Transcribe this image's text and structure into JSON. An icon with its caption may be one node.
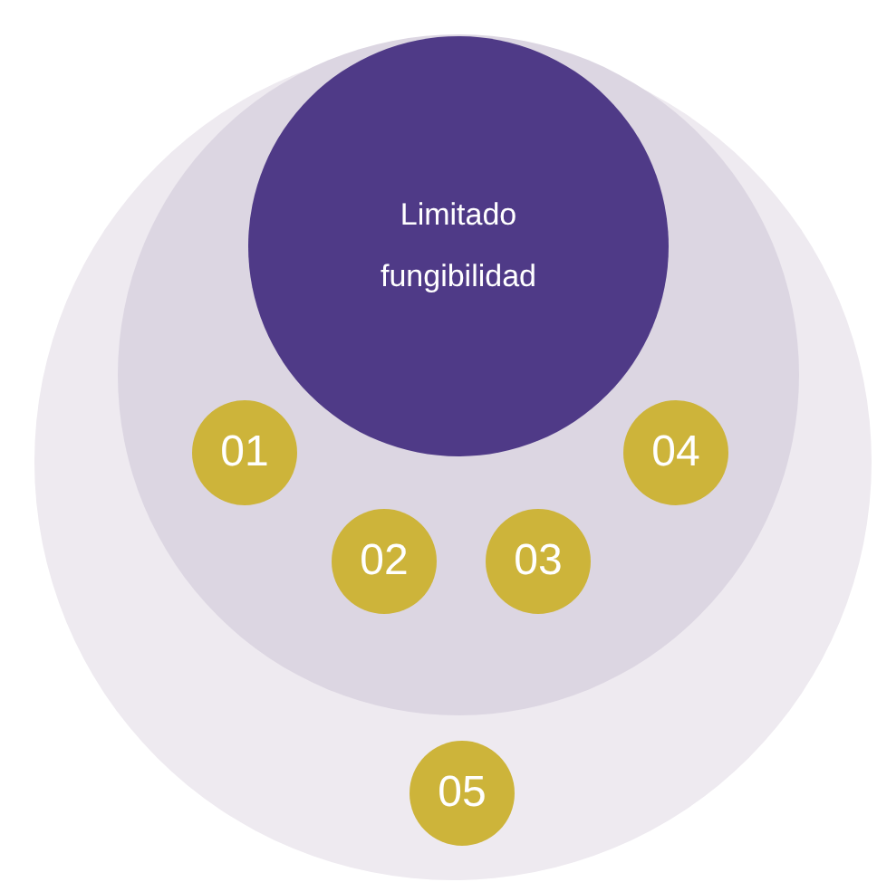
{
  "diagram": {
    "nodes": [
      {
        "text": [],
        "shape": "circle"
      },
      {
        "text": [],
        "shape": "circle",
        "in": 0
      },
      {
        "text": [
          "Limitado fungibilidad"
        ],
        "in": 1
      },
      {
        "text": [
          "01"
        ],
        "in": 1
      },
      {
        "text": [
          "02"
        ],
        "in": 1
      },
      {
        "text": [
          "03"
        ],
        "in": 1
      },
      {
        "text": [
          "04"
        ],
        "in": 1
      },
      {
        "text": [
          "05"
        ],
        "in": 0
      }
    ]
  }
}
